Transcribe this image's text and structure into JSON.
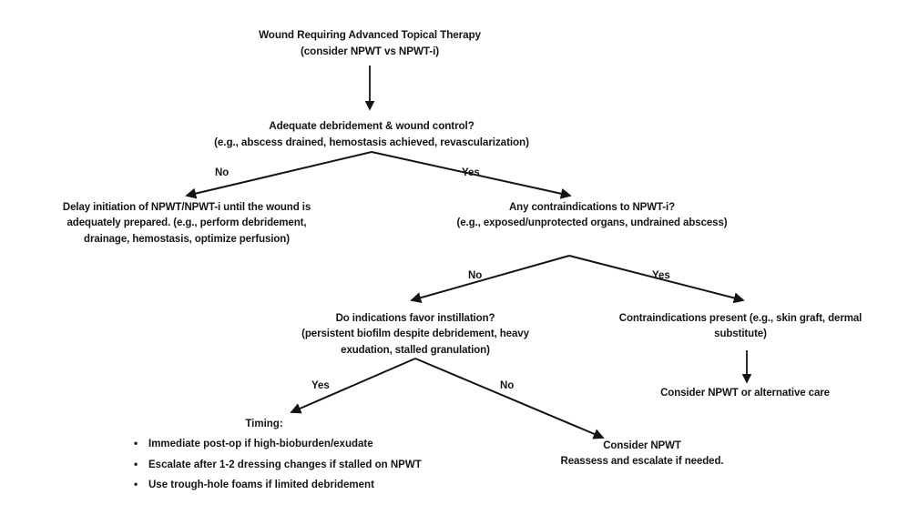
{
  "diagram": {
    "title": "NPWT vs NPWT-i decision flowchart",
    "background_color": "#ffffff",
    "line_color": "#141414",
    "text_color": "#151515"
  },
  "nodes": {
    "root": {
      "line1": "Wound Requiring Advanced Topical Therapy",
      "line2": "(consider NPWT vs NPWT-i)"
    },
    "debridement": {
      "line1": "Adequate debridement & wound control?",
      "line2": "(e.g., abscess drained, hemostasis achieved, revascularization)"
    },
    "delay": {
      "line1": "Delay initiation of NPWT/NPWT-i until the wound is",
      "line2": "adequately prepared. (e.g., perform debridement,",
      "line3": "drainage, hemostasis, optimize perfusion)"
    },
    "contraindications_q": {
      "line1": "Any contraindications to NPWT-i?",
      "line2": "(e.g., exposed/unprotected organs, undrained abscess)"
    },
    "instillation_q": {
      "line1": "Do indications favor instillation?",
      "line2": "(persistent biofilm despite debridement, heavy",
      "line3": "exudation, stalled granulation)"
    },
    "contraindications_present": {
      "line1": "Contraindications present (e.g., skin graft, dermal",
      "line2": "substitute)"
    },
    "consider_npwt_alt": {
      "line1": "Consider NPWT or alternative care"
    },
    "timing": {
      "heading": "Timing:",
      "bullet_glyph": "•",
      "bullets": [
        "Immediate post-op if high-bioburden/exudate",
        "Escalate after 1-2 dressing changes if stalled on NPWT",
        "Use trough-hole foams if limited debridement"
      ]
    },
    "consider_npwt": {
      "line1": "Consider NPWT",
      "line2": "Reassess and escalate if needed."
    }
  },
  "edge_labels": {
    "debridement_no": "No",
    "debridement_yes": "Yes",
    "contraindications_no": "No",
    "contraindications_yes": "Yes",
    "instillation_yes": "Yes",
    "instillation_no": "No"
  }
}
